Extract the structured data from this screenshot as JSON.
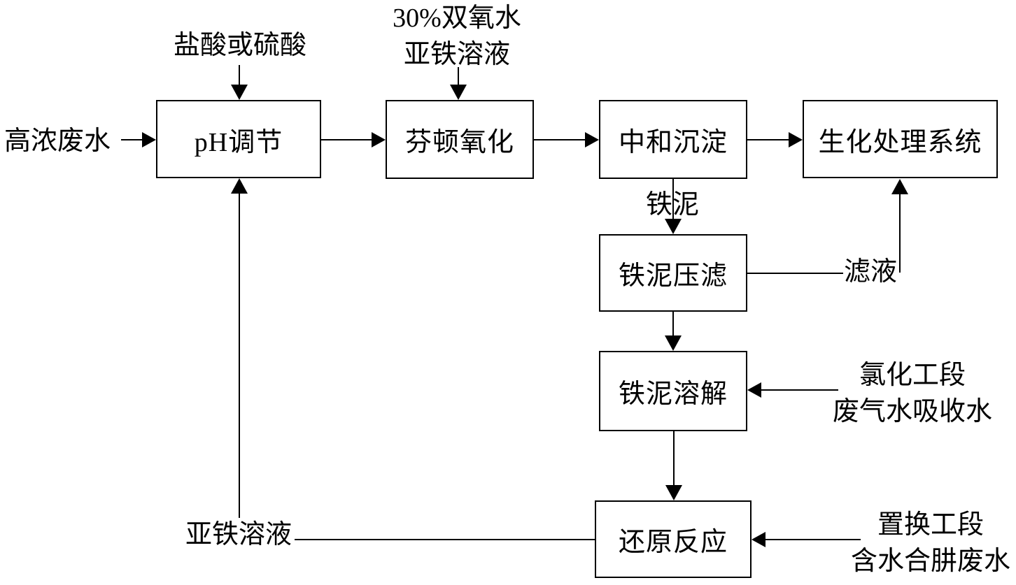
{
  "boxes": {
    "ph_adjust": "pH调节",
    "fenton": "芬顿氧化",
    "neutralize": "中和沉淀",
    "bio": "生化处理系统",
    "press": "铁泥压滤",
    "dissolve": "铁泥溶解",
    "reduction": "还原反应"
  },
  "labels": {
    "influent": "高浓废水",
    "acid": "盐酸或硫酸",
    "oxidant_line1": "30%双氧水",
    "oxidant_line2": "亚铁溶液",
    "iron_sludge": "铁泥",
    "filtrate": "滤液",
    "chlorination_line1": "氯化工段",
    "chlorination_line2": "废气水吸收水",
    "displacement_line1": "置换工段",
    "displacement_line2": "含水合肼废水",
    "ferrous_solution": "亚铁溶液"
  },
  "colors": {
    "line": "#000000",
    "background": "#ffffff"
  }
}
